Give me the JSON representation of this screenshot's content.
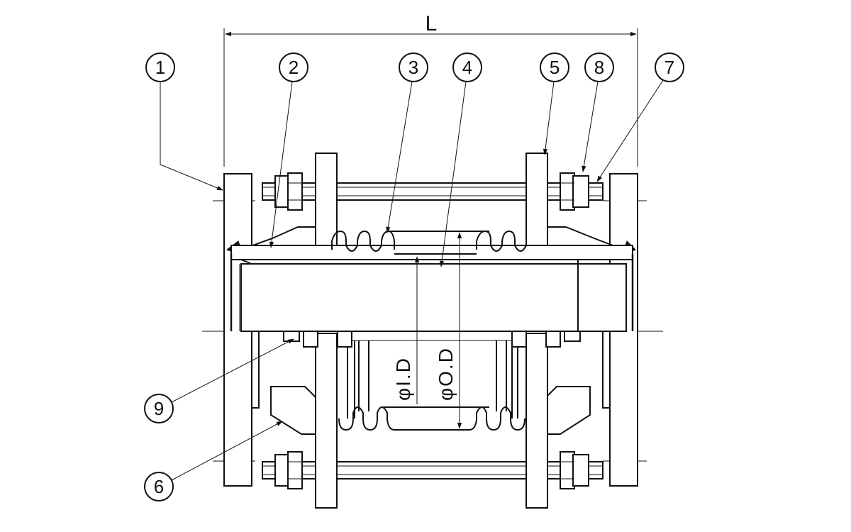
{
  "dimension": {
    "length_label": "L"
  },
  "diameters": {
    "inner": "φI.D",
    "outer": "φO.D"
  },
  "parts": [
    {
      "id": "part-1",
      "number": "1"
    },
    {
      "id": "part-2",
      "number": "2"
    },
    {
      "id": "part-3",
      "number": "3"
    },
    {
      "id": "part-4",
      "number": "4"
    },
    {
      "id": "part-5",
      "number": "5"
    },
    {
      "id": "part-8",
      "number": "8"
    },
    {
      "id": "part-7",
      "number": "7"
    },
    {
      "id": "part-9",
      "number": "9"
    },
    {
      "id": "part-6",
      "number": "6"
    }
  ]
}
